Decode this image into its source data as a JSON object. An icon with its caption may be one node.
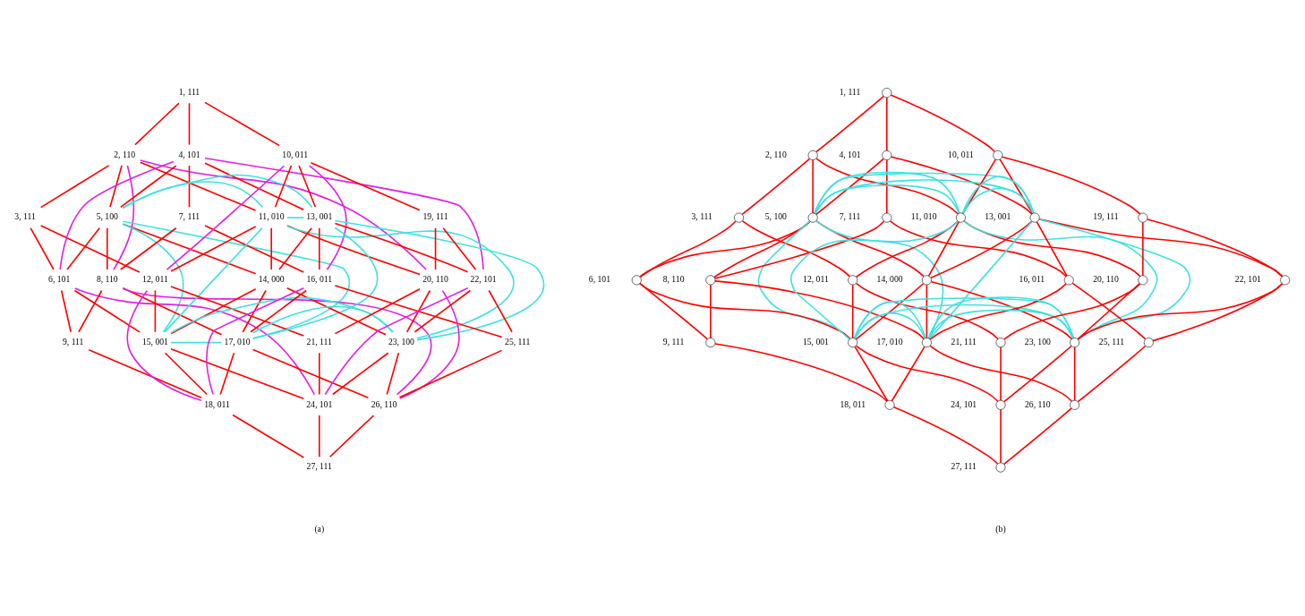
{
  "diagram": {
    "nodes": [
      {
        "text": [
          "1, 111"
        ]
      },
      {
        "text": [
          "2, 110"
        ]
      },
      {
        "text": [
          "3, 111"
        ]
      },
      {
        "text": [
          "4, 101"
        ]
      },
      {
        "text": [
          "5, 100"
        ]
      },
      {
        "text": [
          "6, 101"
        ]
      },
      {
        "text": [
          "7, 111"
        ]
      },
      {
        "text": [
          "8, 110"
        ]
      },
      {
        "text": [
          "9, 111"
        ]
      },
      {
        "text": [
          "10, 011"
        ]
      },
      {
        "text": [
          "11, 010"
        ]
      },
      {
        "text": [
          "12, 011"
        ]
      },
      {
        "text": [
          "13, 001"
        ]
      },
      {
        "text": [
          "14, 000"
        ]
      },
      {
        "text": [
          "15, 001"
        ]
      },
      {
        "text": [
          "16, 011"
        ]
      },
      {
        "text": [
          "17, 010"
        ]
      },
      {
        "text": [
          "18, 011"
        ]
      },
      {
        "text": [
          "19, 111"
        ]
      },
      {
        "text": [
          "20, 110"
        ]
      },
      {
        "text": [
          "21, 111"
        ]
      },
      {
        "text": [
          "22, 101"
        ]
      },
      {
        "text": [
          "23, 100"
        ]
      },
      {
        "text": [
          "24, 101"
        ]
      },
      {
        "text": [
          "25, 111"
        ]
      },
      {
        "text": [
          "26, 110"
        ]
      },
      {
        "text": [
          "27, 111"
        ]
      },
      {
        "text": [],
        "shape": "circle",
        "beside": [
          "1, 111"
        ]
      },
      {
        "text": [],
        "shape": "circle",
        "beside": [
          "2, 110"
        ]
      },
      {
        "text": [],
        "shape": "circle",
        "beside": [
          "3, 111"
        ]
      },
      {
        "text": [],
        "shape": "circle",
        "beside": [
          "4, 101"
        ]
      },
      {
        "text": [],
        "shape": "circle",
        "beside": [
          "5, 100"
        ]
      },
      {
        "text": [],
        "shape": "circle",
        "beside": [
          "6, 101"
        ]
      },
      {
        "text": [],
        "shape": "circle",
        "beside": [
          "7, 111"
        ]
      },
      {
        "text": [],
        "shape": "circle",
        "beside": [
          "8, 110"
        ]
      },
      {
        "text": [],
        "shape": "circle",
        "beside": [
          "9, 111"
        ]
      },
      {
        "text": [],
        "shape": "circle",
        "beside": [
          "10, 011"
        ]
      },
      {
        "text": [],
        "shape": "circle",
        "beside": [
          "11, 010"
        ]
      },
      {
        "text": [],
        "shape": "circle",
        "beside": [
          "12, 011"
        ]
      },
      {
        "text": [],
        "shape": "circle",
        "beside": [
          "13, 001"
        ]
      },
      {
        "text": [],
        "shape": "circle",
        "beside": [
          "14, 000"
        ]
      },
      {
        "text": [],
        "shape": "circle",
        "beside": [
          "15, 001"
        ]
      },
      {
        "text": [],
        "shape": "circle",
        "beside": [
          "16, 011"
        ]
      },
      {
        "text": [],
        "shape": "circle",
        "beside": [
          "17, 010"
        ]
      },
      {
        "text": [],
        "shape": "circle",
        "beside": [
          "18, 011"
        ]
      },
      {
        "text": [],
        "shape": "circle",
        "beside": [
          "19, 111"
        ]
      },
      {
        "text": [],
        "shape": "circle",
        "beside": [
          "20, 110"
        ]
      },
      {
        "text": [],
        "shape": "circle",
        "beside": [
          "21, 111"
        ]
      },
      {
        "text": [],
        "shape": "circle",
        "beside": [
          "22, 101"
        ]
      },
      {
        "text": [],
        "shape": "circle",
        "beside": [
          "23, 100"
        ]
      },
      {
        "text": [],
        "shape": "circle",
        "beside": [
          "24, 101"
        ]
      },
      {
        "text": [],
        "shape": "circle",
        "beside": [
          "25, 111"
        ]
      },
      {
        "text": [],
        "shape": "circle",
        "beside": [
          "26, 110"
        ]
      },
      {
        "text": [],
        "shape": "circle",
        "beside": [
          "27, 111"
        ]
      }
    ],
    "edges": [
      {
        "from": 0,
        "to": 1,
        "arrow": "none"
      },
      {
        "from": 0,
        "to": 3,
        "arrow": "none"
      },
      {
        "from": 0,
        "to": 9,
        "arrow": "none"
      },
      {
        "from": 1,
        "to": 2,
        "arrow": "none"
      },
      {
        "from": 1,
        "to": 4,
        "arrow": "none"
      },
      {
        "from": 1,
        "to": 10,
        "arrow": "none"
      },
      {
        "from": 2,
        "to": 5,
        "arrow": "none"
      },
      {
        "from": 2,
        "to": 11,
        "arrow": "none"
      },
      {
        "from": 3,
        "to": 4,
        "arrow": "none"
      },
      {
        "from": 3,
        "to": 6,
        "arrow": "none"
      },
      {
        "from": 3,
        "to": 12,
        "arrow": "none"
      },
      {
        "from": 4,
        "to": 5,
        "arrow": "none"
      },
      {
        "from": 4,
        "to": 7,
        "arrow": "none"
      },
      {
        "from": 4,
        "to": 13,
        "arrow": "none"
      },
      {
        "from": 5,
        "to": 8,
        "arrow": "none"
      },
      {
        "from": 5,
        "to": 14,
        "arrow": "none"
      },
      {
        "from": 6,
        "to": 7,
        "arrow": "none"
      },
      {
        "from": 6,
        "to": 15,
        "arrow": "none"
      },
      {
        "from": 7,
        "to": 8,
        "arrow": "none"
      },
      {
        "from": 7,
        "to": 16,
        "arrow": "none"
      },
      {
        "from": 8,
        "to": 17,
        "arrow": "none"
      },
      {
        "from": 9,
        "to": 10,
        "arrow": "none"
      },
      {
        "from": 9,
        "to": 12,
        "arrow": "none"
      },
      {
        "from": 9,
        "to": 18,
        "arrow": "none"
      },
      {
        "from": 10,
        "to": 11,
        "arrow": "none"
      },
      {
        "from": 10,
        "to": 13,
        "arrow": "none"
      },
      {
        "from": 10,
        "to": 19,
        "arrow": "none"
      },
      {
        "from": 11,
        "to": 14,
        "arrow": "none"
      },
      {
        "from": 11,
        "to": 20,
        "arrow": "none"
      },
      {
        "from": 12,
        "to": 13,
        "arrow": "none"
      },
      {
        "from": 12,
        "to": 15,
        "arrow": "none"
      },
      {
        "from": 12,
        "to": 21,
        "arrow": "none"
      },
      {
        "from": 13,
        "to": 14,
        "arrow": "none"
      },
      {
        "from": 13,
        "to": 16,
        "arrow": "none"
      },
      {
        "from": 13,
        "to": 22,
        "arrow": "none"
      },
      {
        "from": 14,
        "to": 17,
        "arrow": "none"
      },
      {
        "from": 14,
        "to": 23,
        "arrow": "none"
      },
      {
        "from": 15,
        "to": 16,
        "arrow": "none"
      },
      {
        "from": 15,
        "to": 24,
        "arrow": "none"
      },
      {
        "from": 16,
        "to": 17,
        "arrow": "none"
      },
      {
        "from": 16,
        "to": 25,
        "arrow": "none"
      },
      {
        "from": 17,
        "to": 26,
        "arrow": "none"
      },
      {
        "from": 18,
        "to": 19,
        "arrow": "none"
      },
      {
        "from": 18,
        "to": 21,
        "arrow": "none"
      },
      {
        "from": 19,
        "to": 20,
        "arrow": "none"
      },
      {
        "from": 19,
        "to": 22,
        "arrow": "none"
      },
      {
        "from": 20,
        "to": 23,
        "arrow": "none"
      },
      {
        "from": 21,
        "to": 22,
        "arrow": "none"
      },
      {
        "from": 21,
        "to": 24,
        "arrow": "none"
      },
      {
        "from": 22,
        "to": 23,
        "arrow": "none"
      },
      {
        "from": 22,
        "to": 25,
        "arrow": "none"
      },
      {
        "from": 23,
        "to": 26,
        "arrow": "none"
      },
      {
        "from": 24,
        "to": 25,
        "arrow": "none"
      },
      {
        "from": 25,
        "to": 26,
        "arrow": "none"
      },
      {
        "from": 4,
        "to": 10,
        "arrow": "none",
        "color": "#40e0e0"
      },
      {
        "from": 10,
        "to": 22,
        "arrow": "none",
        "color": "#40e0e0"
      },
      {
        "from": 16,
        "to": 22,
        "arrow": "none",
        "color": "#40e0e0"
      },
      {
        "from": 4,
        "to": 16,
        "arrow": "none",
        "color": "#40e0e0"
      },
      {
        "from": 4,
        "to": 12,
        "arrow": "none",
        "color": "#40e0e0"
      },
      {
        "from": 12,
        "to": 22,
        "arrow": "none",
        "color": "#40e0e0"
      },
      {
        "from": 14,
        "to": 22,
        "arrow": "none",
        "color": "#40e0e0"
      },
      {
        "from": 4,
        "to": 14,
        "arrow": "none",
        "color": "#40e0e0"
      },
      {
        "from": 10,
        "to": 12,
        "arrow": "none",
        "color": "#40e0e0"
      },
      {
        "from": 12,
        "to": 16,
        "arrow": "none",
        "color": "#40e0e0"
      },
      {
        "from": 14,
        "to": 16,
        "arrow": "none",
        "color": "#40e0e0"
      },
      {
        "from": 10,
        "to": 14,
        "arrow": "none",
        "color": "#40e0e0"
      },
      {
        "from": 1,
        "to": 7,
        "arrow": "none",
        "color": "#e020e0"
      },
      {
        "from": 7,
        "to": 25,
        "arrow": "none",
        "color": "#e020e0"
      },
      {
        "from": 19,
        "to": 25,
        "arrow": "none",
        "color": "#e020e0"
      },
      {
        "from": 1,
        "to": 19,
        "arrow": "none",
        "color": "#e020e0"
      },
      {
        "from": 3,
        "to": 5,
        "arrow": "none",
        "color": "#e020e0"
      },
      {
        "from": 5,
        "to": 23,
        "arrow": "none",
        "color": "#e020e0"
      },
      {
        "from": 21,
        "to": 23,
        "arrow": "none",
        "color": "#e020e0"
      },
      {
        "from": 3,
        "to": 21,
        "arrow": "none",
        "color": "#e020e0"
      },
      {
        "from": 9,
        "to": 11,
        "arrow": "none",
        "color": "#e020e0"
      },
      {
        "from": 11,
        "to": 17,
        "arrow": "none",
        "color": "#e020e0"
      },
      {
        "from": 15,
        "to": 17,
        "arrow": "none",
        "color": "#e020e0"
      },
      {
        "from": 9,
        "to": 15,
        "arrow": "none",
        "color": "#e020e0"
      },
      {
        "from": 27,
        "to": 28,
        "arrow": "none"
      },
      {
        "from": 27,
        "to": 30,
        "arrow": "none"
      },
      {
        "from": 27,
        "to": 36,
        "arrow": "none"
      },
      {
        "from": 28,
        "to": 29,
        "arrow": "none"
      },
      {
        "from": 28,
        "to": 31,
        "arrow": "none"
      },
      {
        "from": 28,
        "to": 37,
        "arrow": "none"
      },
      {
        "from": 29,
        "to": 32,
        "arrow": "none"
      },
      {
        "from": 29,
        "to": 38,
        "arrow": "none"
      },
      {
        "from": 30,
        "to": 31,
        "arrow": "none"
      },
      {
        "from": 30,
        "to": 33,
        "arrow": "none"
      },
      {
        "from": 30,
        "to": 39,
        "arrow": "none"
      },
      {
        "from": 31,
        "to": 32,
        "arrow": "none"
      },
      {
        "from": 31,
        "to": 34,
        "arrow": "none"
      },
      {
        "from": 31,
        "to": 40,
        "arrow": "none"
      },
      {
        "from": 32,
        "to": 35,
        "arrow": "none"
      },
      {
        "from": 32,
        "to": 41,
        "arrow": "none"
      },
      {
        "from": 33,
        "to": 34,
        "arrow": "none"
      },
      {
        "from": 33,
        "to": 42,
        "arrow": "none"
      },
      {
        "from": 34,
        "to": 35,
        "arrow": "none"
      },
      {
        "from": 34,
        "to": 43,
        "arrow": "none"
      },
      {
        "from": 35,
        "to": 44,
        "arrow": "none"
      },
      {
        "from": 36,
        "to": 37,
        "arrow": "none"
      },
      {
        "from": 36,
        "to": 39,
        "arrow": "none"
      },
      {
        "from": 36,
        "to": 45,
        "arrow": "none"
      },
      {
        "from": 37,
        "to": 38,
        "arrow": "none"
      },
      {
        "from": 37,
        "to": 40,
        "arrow": "none"
      },
      {
        "from": 37,
        "to": 46,
        "arrow": "none"
      },
      {
        "from": 38,
        "to": 41,
        "arrow": "none"
      },
      {
        "from": 38,
        "to": 47,
        "arrow": "none"
      },
      {
        "from": 39,
        "to": 40,
        "arrow": "none"
      },
      {
        "from": 39,
        "to": 42,
        "arrow": "none"
      },
      {
        "from": 39,
        "to": 48,
        "arrow": "none"
      },
      {
        "from": 40,
        "to": 41,
        "arrow": "none"
      },
      {
        "from": 40,
        "to": 43,
        "arrow": "none"
      },
      {
        "from": 40,
        "to": 49,
        "arrow": "none"
      },
      {
        "from": 41,
        "to": 44,
        "arrow": "none"
      },
      {
        "from": 41,
        "to": 50,
        "arrow": "none"
      },
      {
        "from": 42,
        "to": 43,
        "arrow": "none"
      },
      {
        "from": 42,
        "to": 51,
        "arrow": "none"
      },
      {
        "from": 43,
        "to": 44,
        "arrow": "none"
      },
      {
        "from": 43,
        "to": 52,
        "arrow": "none"
      },
      {
        "from": 44,
        "to": 53,
        "arrow": "none"
      },
      {
        "from": 45,
        "to": 46,
        "arrow": "none"
      },
      {
        "from": 45,
        "to": 48,
        "arrow": "none"
      },
      {
        "from": 46,
        "to": 47,
        "arrow": "none"
      },
      {
        "from": 46,
        "to": 49,
        "arrow": "none"
      },
      {
        "from": 47,
        "to": 50,
        "arrow": "none"
      },
      {
        "from": 48,
        "to": 49,
        "arrow": "none"
      },
      {
        "from": 48,
        "to": 51,
        "arrow": "none"
      },
      {
        "from": 49,
        "to": 50,
        "arrow": "none"
      },
      {
        "from": 49,
        "to": 52,
        "arrow": "none"
      },
      {
        "from": 50,
        "to": 53,
        "arrow": "none"
      },
      {
        "from": 51,
        "to": 52,
        "arrow": "none"
      },
      {
        "from": 52,
        "to": 53,
        "arrow": "none"
      },
      {
        "from": 31,
        "to": 37,
        "arrow": "none",
        "color": "#40e0e0"
      },
      {
        "from": 37,
        "to": 49,
        "arrow": "none",
        "color": "#40e0e0"
      },
      {
        "from": 43,
        "to": 49,
        "arrow": "none",
        "color": "#40e0e0"
      },
      {
        "from": 31,
        "to": 43,
        "arrow": "none",
        "color": "#40e0e0"
      },
      {
        "from": 31,
        "to": 39,
        "arrow": "none",
        "color": "#40e0e0"
      },
      {
        "from": 39,
        "to": 49,
        "arrow": "none",
        "color": "#40e0e0"
      },
      {
        "from": 41,
        "to": 49,
        "arrow": "none",
        "color": "#40e0e0"
      },
      {
        "from": 31,
        "to": 41,
        "arrow": "none",
        "color": "#40e0e0"
      },
      {
        "from": 37,
        "to": 39,
        "arrow": "none",
        "color": "#40e0e0"
      },
      {
        "from": 39,
        "to": 43,
        "arrow": "none",
        "color": "#40e0e0"
      },
      {
        "from": 41,
        "to": 43,
        "arrow": "none",
        "color": "#40e0e0"
      },
      {
        "from": 37,
        "to": 41,
        "arrow": "none",
        "color": "#40e0e0"
      }
    ],
    "labels": [
      "(a)",
      "(b)"
    ]
  }
}
